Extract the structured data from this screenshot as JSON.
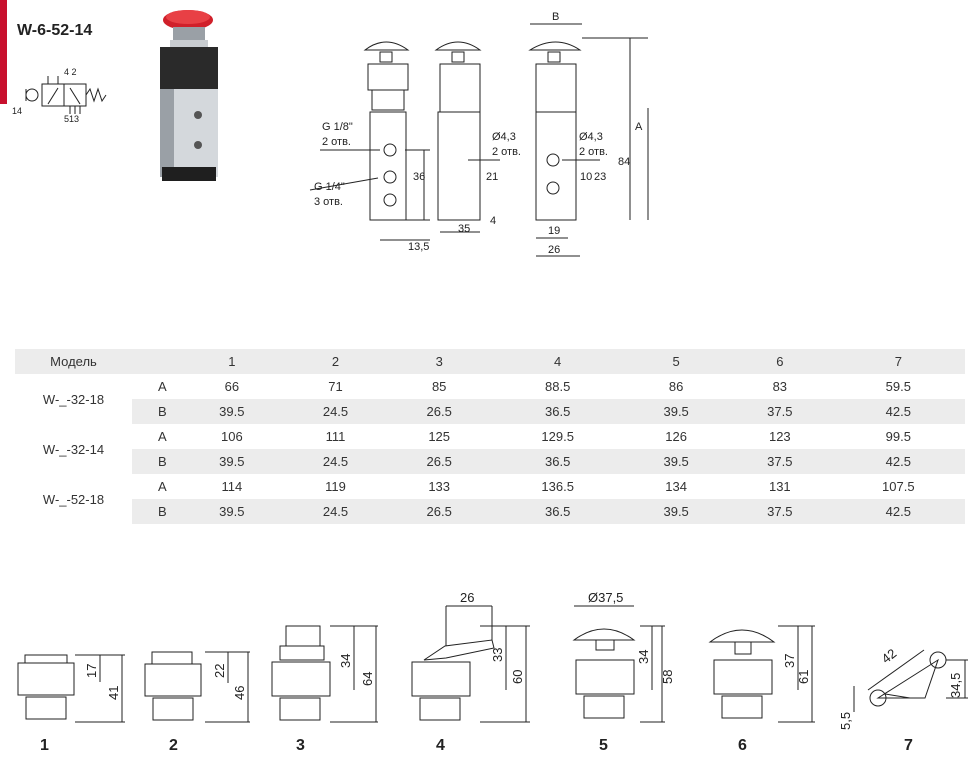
{
  "header": {
    "model_code": "W-6-52-14"
  },
  "symbol": {
    "port_top": "4 2",
    "port_left": "14",
    "port_bottom": "513"
  },
  "drawing": {
    "g18": "G 1/8\"",
    "holes2": "2 отв.",
    "g14": "G 1/4\"",
    "holes3": "3 отв.",
    "d43a": "Ø4,3",
    "holes2b": "2 отв.",
    "d43b": "Ø4,3",
    "holes2c": "2 отв.",
    "dim_b": "B",
    "dim_a": "A",
    "dim_36": "36",
    "dim_135": "13,5",
    "dim_21": "21",
    "dim_35": "35",
    "dim_4": "4",
    "dim_10": "10",
    "dim_23": "23",
    "dim_84": "84",
    "dim_19": "19",
    "dim_26": "26"
  },
  "table": {
    "header_model": "Модель",
    "columns": [
      "1",
      "2",
      "3",
      "4",
      "5",
      "6",
      "7"
    ],
    "groups": [
      {
        "model": "W-_-32-18",
        "rows": [
          {
            "dim": "A",
            "values": [
              "66",
              "71",
              "85",
              "88.5",
              "86",
              "83",
              "59.5"
            ]
          },
          {
            "dim": "B",
            "values": [
              "39.5",
              "24.5",
              "26.5",
              "36.5",
              "39.5",
              "37.5",
              "42.5"
            ]
          }
        ]
      },
      {
        "model": "W-_-32-14",
        "rows": [
          {
            "dim": "A",
            "values": [
              "106",
              "111",
              "125",
              "129.5",
              "126",
              "123",
              "99.5"
            ]
          },
          {
            "dim": "B",
            "values": [
              "39.5",
              "24.5",
              "26.5",
              "36.5",
              "39.5",
              "37.5",
              "42.5"
            ]
          }
        ]
      },
      {
        "model": "W-_-52-18",
        "rows": [
          {
            "dim": "A",
            "values": [
              "114",
              "119",
              "133",
              "136.5",
              "134",
              "131",
              "107.5"
            ]
          },
          {
            "dim": "B",
            "values": [
              "39.5",
              "24.5",
              "26.5",
              "36.5",
              "39.5",
              "37.5",
              "42.5"
            ]
          }
        ]
      }
    ]
  },
  "actuators": [
    {
      "num": "1",
      "dims": [
        "17",
        "41"
      ]
    },
    {
      "num": "2",
      "dims": [
        "22",
        "46"
      ]
    },
    {
      "num": "3",
      "dims": [
        "34",
        "64"
      ]
    },
    {
      "num": "4",
      "dims": [
        "26",
        "33",
        "60"
      ]
    },
    {
      "num": "5",
      "dims": [
        "Ø37,5",
        "34",
        "58"
      ]
    },
    {
      "num": "6",
      "dims": [
        "37",
        "61"
      ]
    },
    {
      "num": "7",
      "dims": [
        "42",
        "34,5",
        "5,5"
      ]
    }
  ],
  "colors": {
    "accent": "#c8102e",
    "cap_red": "#d0202a",
    "table_shade": "#ececec"
  }
}
